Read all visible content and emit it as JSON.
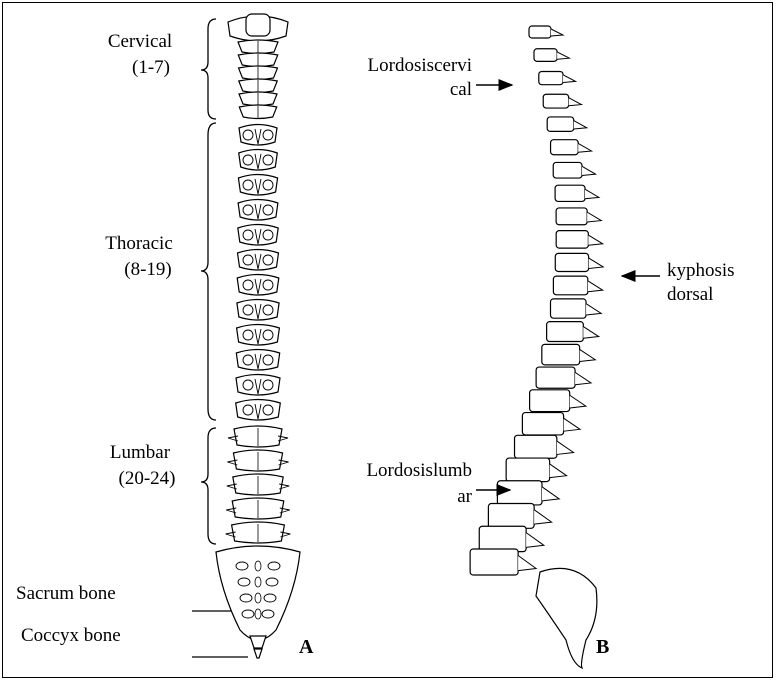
{
  "regions": [
    {
      "name": "Cervical",
      "range": "(1-7)"
    },
    {
      "name": "Thoracic",
      "range": "(8-19)"
    },
    {
      "name": "Lumbar",
      "range": "(20-24)"
    }
  ],
  "bones": {
    "sacrum": "Sacrum bone",
    "coccyx": "Coccyx bone"
  },
  "panel_labels": {
    "a": "A",
    "b": "B"
  },
  "curvatures": {
    "cervical": {
      "line1": "Lordosiscervi",
      "line2": "cal"
    },
    "dorsal": {
      "line1": "kyphosis",
      "line2": "dorsal"
    },
    "lumbar": {
      "line1": "Lordosislumb",
      "line2": "ar"
    }
  },
  "colors": {
    "stroke": "#000000",
    "background": "#ffffff"
  }
}
